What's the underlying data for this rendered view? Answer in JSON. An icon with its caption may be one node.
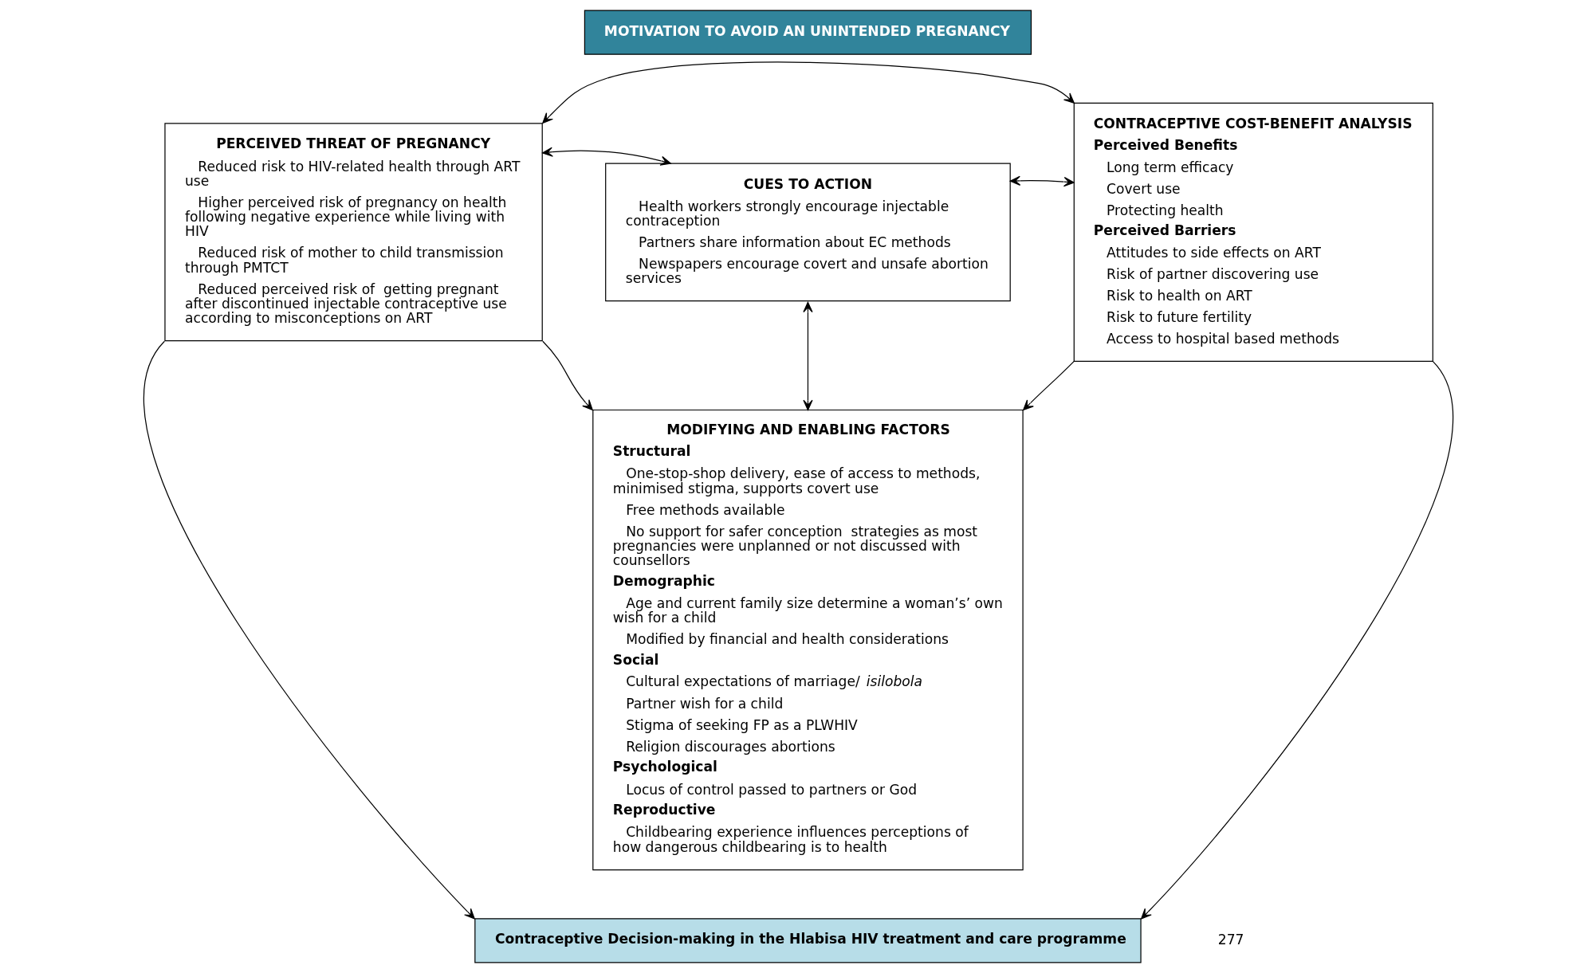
{
  "diagram": {
    "nodes": [
      {
        "text": [
          "PERCEIVED THREAT OF PREGNANCY",
          "Reduced risk to HIV-related health through ART use",
          "Higher perceived risk of pregnancy on health following negative experience while living with HIV",
          "Reduced risk of mother to child transmission through PMTCT",
          "Reduced perceived risk of  getting pregnant after discontinued injectable contraceptive use according to misconceptions on ART"
        ]
      },
      {
        "text": [
          "MOTIVATION TO AVOID AN UNINTENDED PREGNANCY"
        ]
      },
      {
        "text": [
          "CUES TO ACTION",
          "Health workers strongly encourage injectable contraception",
          "Partners share information about EC methods",
          "Newspapers encourage covert and unsafe abortion services"
        ]
      },
      {
        "text": [
          "CONTRACEPTIVE COST-BENEFIT ANALYSIS",
          "Perceived Benefits",
          "Long term efficacy",
          "Covert use",
          "Protecting health",
          "Perceived Barriers",
          "Attitudes to side effects on ART",
          "Risk of partner discovering use",
          "Risk to health on ART",
          "Risk to future fertility",
          "Access to hospital based methods"
        ]
      },
      {
        "text": [
          "MODIFYING AND ENABLING FACTORS",
          "Structural",
          "One-stop-shop delivery, ease of access to methods, minimised stigma, supports covert use",
          "Free methods available",
          "No support for safer conception  strategies as most pregnancies were unplanned or not discussed with counsellors",
          "Demographic",
          "Age and current family size determine a woman’s’ own wish for a child",
          "Modified by financial and health considerations",
          "Social",
          "Cultural expectations of marriage/ *isilobola*",
          "Partner wish for a child",
          "Stigma of seeking FP as a PLWHIV",
          "Religion discourages abortions",
          "Psychological",
          "Locus of control passed to partners or God",
          "Reproductive",
          "Childbearing experience influences perceptions of how dangerous childbearing is to health"
        ]
      },
      {
        "text": [
          "Contraceptive Decision-making in the Hlabisa HIV treatment and care programme"
        ]
      }
    ],
    "edges": [
      {
        "from": 0,
        "to": 3,
        "arrow": "both"
      },
      {
        "from": 0,
        "to": 2,
        "arrow": "both"
      },
      {
        "from": 2,
        "to": 3,
        "arrow": "both"
      },
      {
        "from": 0,
        "to": 4,
        "arrow": "to"
      },
      {
        "from": 2,
        "to": 4,
        "arrow": "both"
      },
      {
        "from": 3,
        "to": 4,
        "arrow": "to"
      },
      {
        "from": 0,
        "to": 5,
        "arrow": "to"
      },
      {
        "from": 3,
        "to": 5,
        "arrow": "to"
      }
    ],
    "labels": [
      "277"
    ]
  }
}
